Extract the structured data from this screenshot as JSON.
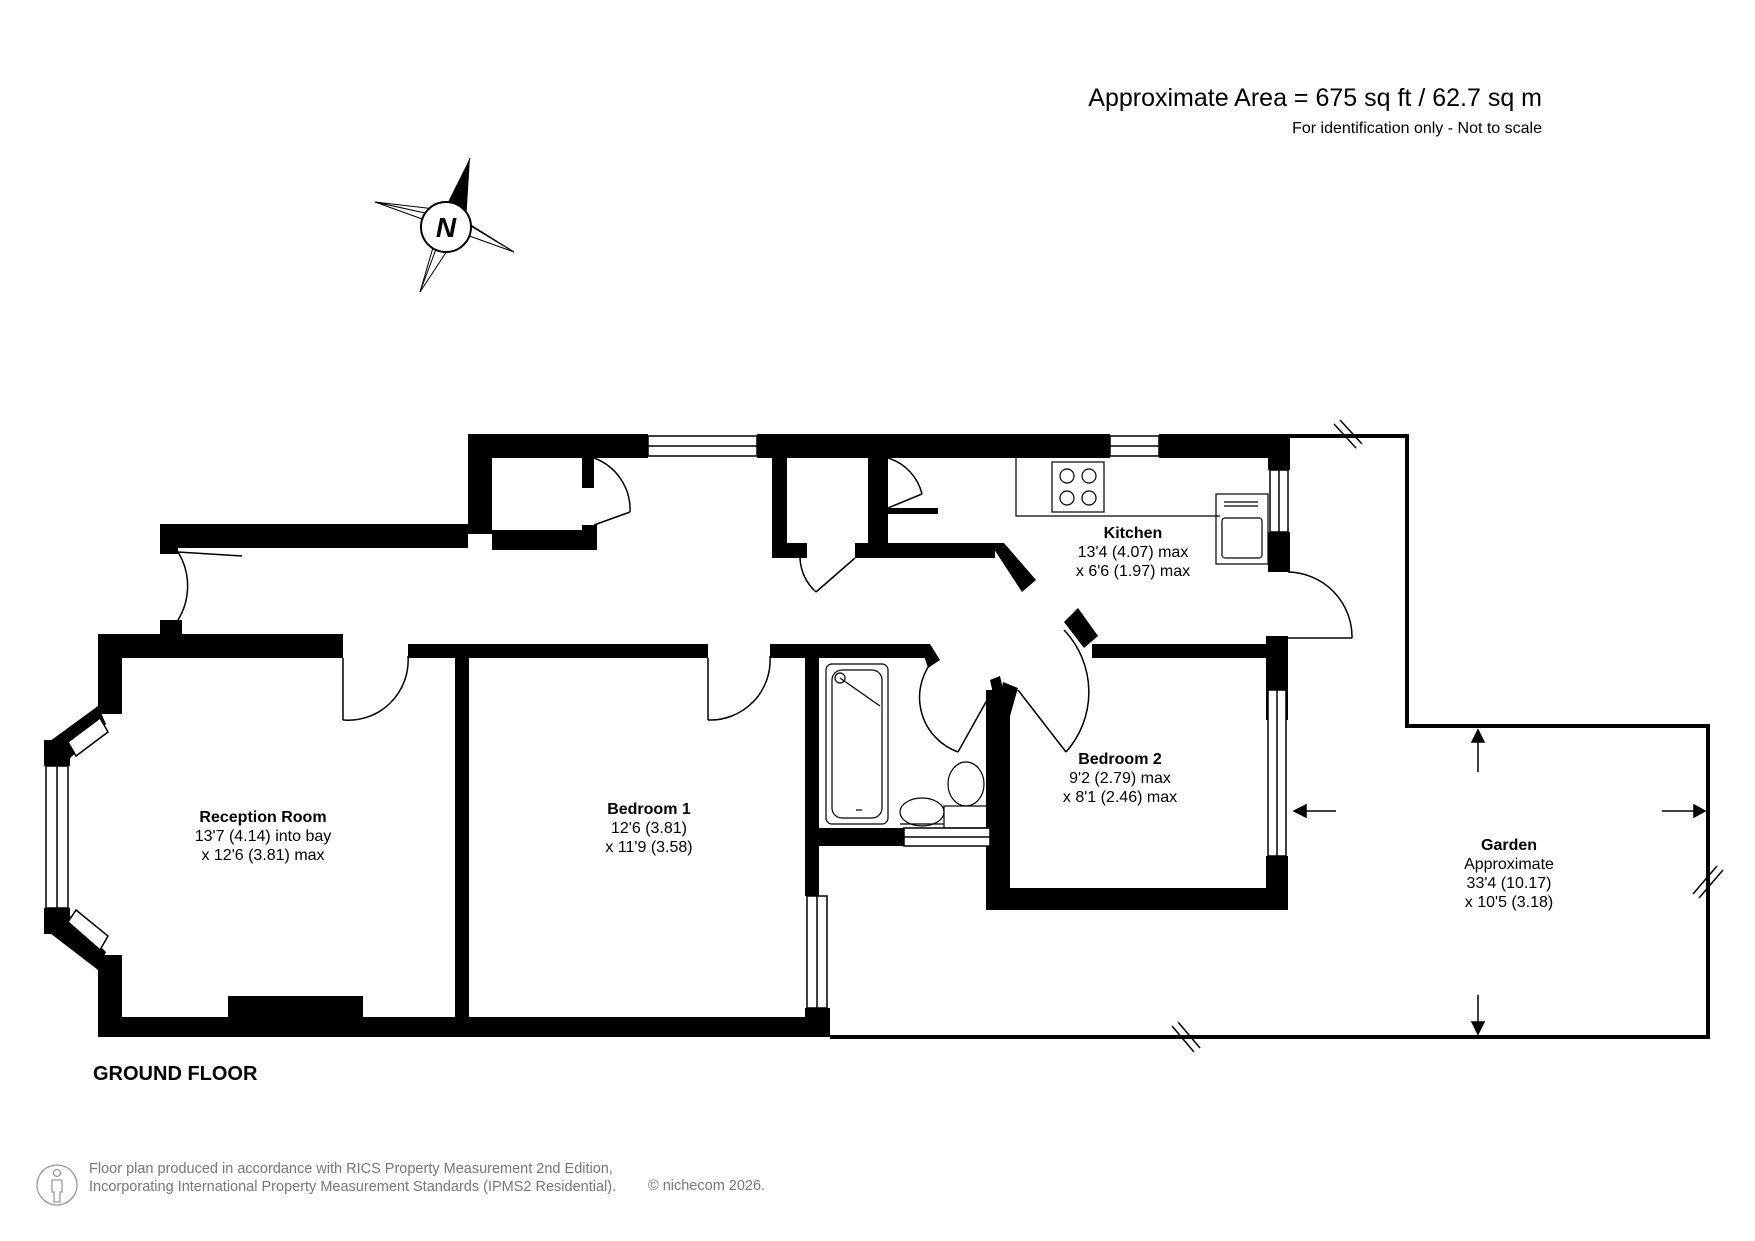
{
  "header": {
    "area": "Approximate Area = 675 sq ft / 62.7 sq m",
    "note": "For identification only - Not to scale"
  },
  "compass": {
    "label": "N"
  },
  "floor_label": "GROUND FLOOR",
  "rooms": {
    "kitchen": {
      "name": "Kitchen",
      "dim1": "13'4 (4.07) max",
      "dim2": "x 6'6 (1.97) max"
    },
    "reception": {
      "name": "Reception Room",
      "dim1": "13'7 (4.14) into bay",
      "dim2": "x 12'6 (3.81) max"
    },
    "bedroom1": {
      "name": "Bedroom 1",
      "dim1": "12'6 (3.81)",
      "dim2": "x 11'9 (3.58)"
    },
    "bedroom2": {
      "name": "Bedroom 2",
      "dim1": "9'2 (2.79) max",
      "dim2": "x 8'1 (2.46) max"
    },
    "garden": {
      "name": "Garden",
      "dim0": "Approximate",
      "dim1": "33'4 (10.17)",
      "dim2": "x 10'5 (3.18)"
    }
  },
  "footer": {
    "line1": "Floor plan produced in accordance with RICS Property Measurement 2nd Edition,",
    "line2": "Incorporating International Property Measurement Standards (IPMS2 Residential).",
    "copyright": "© nichecom 2026."
  }
}
